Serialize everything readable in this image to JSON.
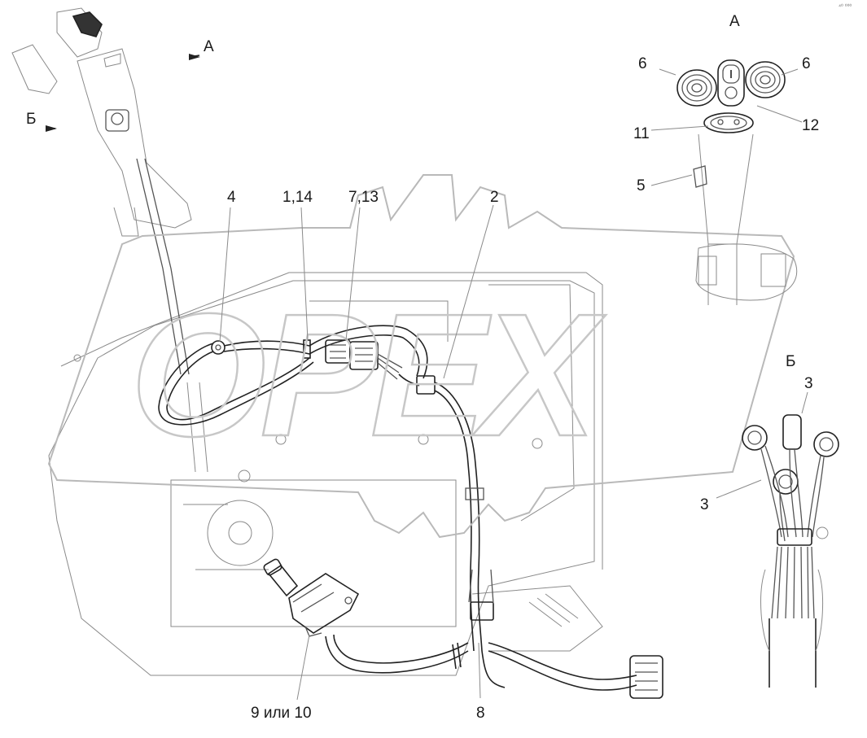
{
  "diagram": {
    "watermark": "OPEX",
    "labels": {
      "view_a_arrow": "А",
      "view_b_arrow": "Б",
      "p4": "4",
      "p1_14": "1,14",
      "p7_13": "7,13",
      "p2": "2",
      "p9_10": "9 или 10",
      "p8": "8"
    },
    "view_a": {
      "title": "А",
      "l6_left": "6",
      "l6_right": "6",
      "l11": "11",
      "l12": "12",
      "l5": "5"
    },
    "view_b": {
      "title": "Б",
      "l3_top": "3",
      "l3_left": "3"
    },
    "corner_mark": "⁴⁰ ⁰⁰⁰"
  }
}
